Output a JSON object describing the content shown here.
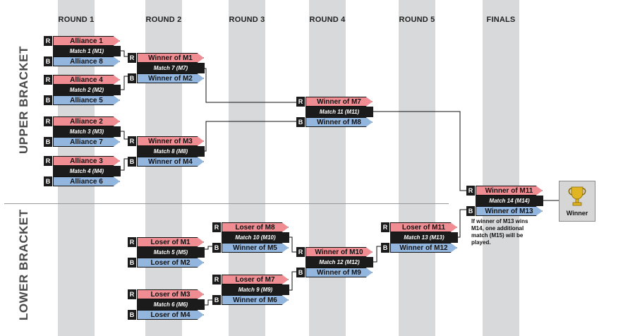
{
  "rounds": [
    "ROUND 1",
    "ROUND 2",
    "ROUND 3",
    "ROUND 4",
    "ROUND 5",
    "FINALS"
  ],
  "brackets": {
    "upper": "UPPER BRACKET",
    "lower": "LOWER BRACKET"
  },
  "letters": {
    "red": "R",
    "blue": "B"
  },
  "matches": {
    "m1": {
      "red": "Alliance 1",
      "label": "Match 1 (M1)",
      "blue": "Alliance 8"
    },
    "m2": {
      "red": "Alliance 4",
      "label": "Match 2 (M2)",
      "blue": "Alliance 5"
    },
    "m3": {
      "red": "Alliance 2",
      "label": "Match 3 (M3)",
      "blue": "Alliance 7"
    },
    "m4": {
      "red": "Alliance 3",
      "label": "Match 4 (M4)",
      "blue": "Alliance 6"
    },
    "m7": {
      "red": "Winner of M1",
      "label": "Match 7 (M7)",
      "blue": "Winner of M2"
    },
    "m8": {
      "red": "Winner of M3",
      "label": "Match 8 (M8)",
      "blue": "Winner of M4"
    },
    "m11": {
      "red": "Winner of M7",
      "label": "Match 11 (M11)",
      "blue": "Winner of M8"
    },
    "m5": {
      "red": "Loser of M1",
      "label": "Match 5 (M5)",
      "blue": "Loser of M2"
    },
    "m6": {
      "red": "Loser of M3",
      "label": "Match 6 (M6)",
      "blue": "Loser of M4"
    },
    "m10": {
      "red": "Loser of M8",
      "label": "Match 10 (M10)",
      "blue": "Winner of M5"
    },
    "m9": {
      "red": "Loser of M7",
      "label": "Match 9 (M9)",
      "blue": "Winner of M6"
    },
    "m12": {
      "red": "Winner of M10",
      "label": "Match 12 (M12)",
      "blue": "Winner of M9"
    },
    "m13": {
      "red": "Loser of M11",
      "label": "Match 13 (M13)",
      "blue": "Winner of M12"
    },
    "m14": {
      "red": "Winner of M11",
      "label": "Match 14 (M14)",
      "blue": "Winner of M13"
    }
  },
  "trophy": {
    "label": "Winner",
    "icon": "trophy-icon",
    "color": "#e0b422"
  },
  "finals_note": "If winner of M13 wins M14, one additional match (M15) will be played.",
  "colors": {
    "red": "#ef8d93",
    "blue": "#93b6df",
    "dark": "#1b1b1b",
    "column": "#d8d9da"
  }
}
